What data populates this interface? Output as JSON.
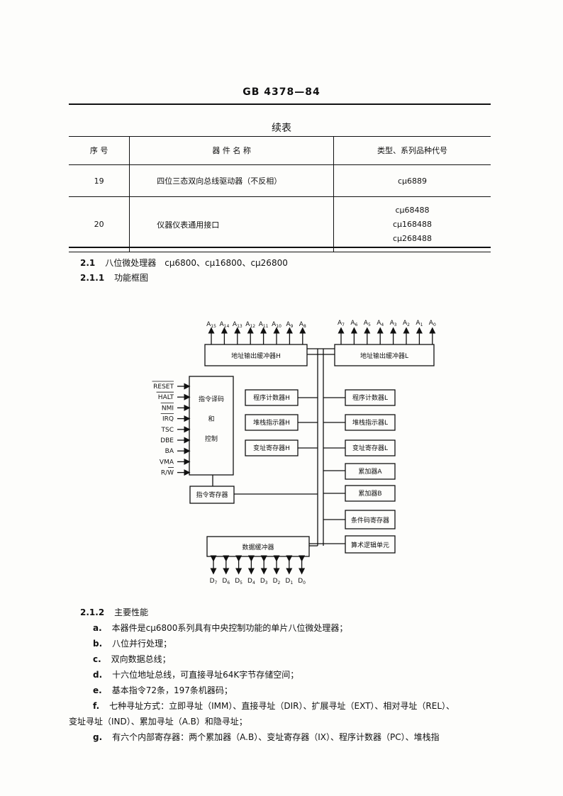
{
  "header": {
    "doc_id": "GB 4378—84"
  },
  "table": {
    "caption": "续表",
    "headers": [
      "序 号",
      "器 件 名 称",
      "类型、系列品种代号"
    ],
    "rows": [
      {
        "no": "19",
        "name": "四位三态双向总线驱动器（不反相）",
        "codes": [
          "cμ6889"
        ]
      },
      {
        "no": "20",
        "name": "仪器仪表通用接口",
        "codes": [
          "cμ68488",
          "cμ168488",
          "cμ268488"
        ]
      }
    ]
  },
  "section_2_1": {
    "num": "2.1",
    "title": "八位微处理器　cμ6800、cμ16800、cμ26800"
  },
  "section_2_1_1": {
    "num": "2.1.1",
    "title": "功能框图"
  },
  "diagram": {
    "addr_pins_h": [
      "A15",
      "A14",
      "A13",
      "A12",
      "A11",
      "A10",
      "A9",
      "A8"
    ],
    "addr_pins_l": [
      "A7",
      "A6",
      "A5",
      "A4",
      "A3",
      "A2",
      "A1",
      "A0"
    ],
    "addr_buf_h": "地址输出缓冲器H",
    "addr_buf_l": "地址输出缓冲器L",
    "control_signals": [
      "RESET",
      "HALT",
      "NMI",
      "IRQ",
      "TSC",
      "DBE",
      "BA",
      "VMA",
      "R/W"
    ],
    "decoder_lines": [
      "指令译码",
      "和",
      "控制"
    ],
    "left_regs": [
      "程序计数器H",
      "堆栈指示器H",
      "变址寄存器H"
    ],
    "right_regs": [
      "程序计数器L",
      "堆栈指示器L",
      "变址寄存器L",
      "累加器A",
      "累加器B",
      "条件码寄存器"
    ],
    "instr_reg": "指令寄存器",
    "data_buf": "数据缓冲器",
    "alu": "算术逻辑单元",
    "data_pins": [
      "D7",
      "D6",
      "D5",
      "D4",
      "D3",
      "D2",
      "D1",
      "D0"
    ]
  },
  "section_2_1_2": {
    "num": "2.1.2",
    "title": "主要性能",
    "items": [
      {
        "label": "a.",
        "text": "本器件是cμ6800系列具有中央控制功能的单片八位微处理器；"
      },
      {
        "label": "b.",
        "text": "八位并行处理；"
      },
      {
        "label": "c.",
        "text": "双向数据总线；"
      },
      {
        "label": "d.",
        "text": "十六位地址总线，可直接寻址64K字节存储空间；"
      },
      {
        "label": "e.",
        "text": "基本指令72条，197条机器码；"
      },
      {
        "label": "f.",
        "text": "七种寻址方式：立即寻址（IMM）、直接寻址（DIR）、扩展寻址（EXT）、相对寻址（REL）、"
      },
      {
        "label": "",
        "text": "变址寻址（IND）、累加寻址（A.B）和隐寻址；"
      },
      {
        "label": "g.",
        "text": "有六个内部寄存器：两个累加器（A.B）、变址寄存器（IX）、程序计数器（PC）、堆栈指"
      }
    ]
  }
}
